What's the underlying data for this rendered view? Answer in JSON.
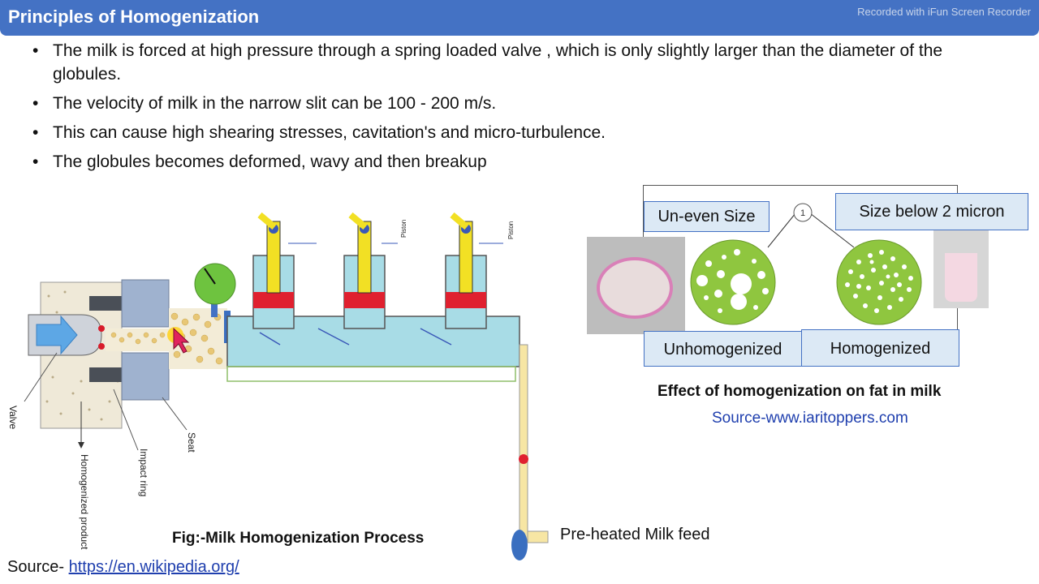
{
  "header": {
    "title": "Principles of Homogenization",
    "watermark": "Recorded with iFun Screen Recorder"
  },
  "bullets": [
    "The milk is forced at high pressure through a spring loaded valve , which is only slightly larger than the diameter of the globules.",
    "The velocity of milk in the narrow slit can be 100 - 200 m/s.",
    "This can cause high shearing stresses, cavitation's and micro-turbulence.",
    "The globules becomes deformed, wavy and then breakup"
  ],
  "left_figure": {
    "labels": {
      "valve": "Valve",
      "homogenized_product": "Homogenized product",
      "impact_ring": "Impact ring",
      "seat": "Seat",
      "piston": "Piston",
      "pre_heated_feed": "Pre-heated Milk feed"
    },
    "caption": "Fig:-Milk Homogenization Process",
    "source_prefix": "Source- ",
    "source_link": "https://en.wikipedia.org/"
  },
  "right_figure": {
    "uneven_size": "Un-even Size",
    "size_below": "Size below 2 micron",
    "unhomogenized": "Unhomogenized",
    "homogenized": "Homogenized",
    "marker": "1",
    "caption": "Effect of homogenization on fat in milk",
    "source": "Source-www.iaritoppers.com"
  },
  "colors": {
    "title_bar": "#4472c4",
    "box_fill": "#dce9f5",
    "disk_green": "#8fc63f",
    "piston_yellow": "#f2e024",
    "chamber_blue": "#a8dce6"
  }
}
